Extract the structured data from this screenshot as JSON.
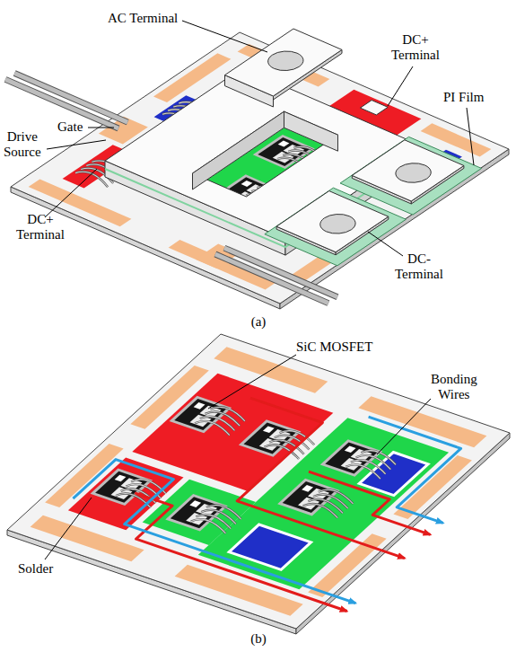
{
  "diagram": {
    "labels": [
      "AC Terminal",
      "DC+ Terminal",
      "Gate",
      "Drive Source",
      "PI Film",
      "DC+ Terminal",
      "DC- Terminal",
      "(a)",
      "SiC MOSFET",
      "Bonding Wires",
      "Solder",
      "(b)"
    ]
  }
}
